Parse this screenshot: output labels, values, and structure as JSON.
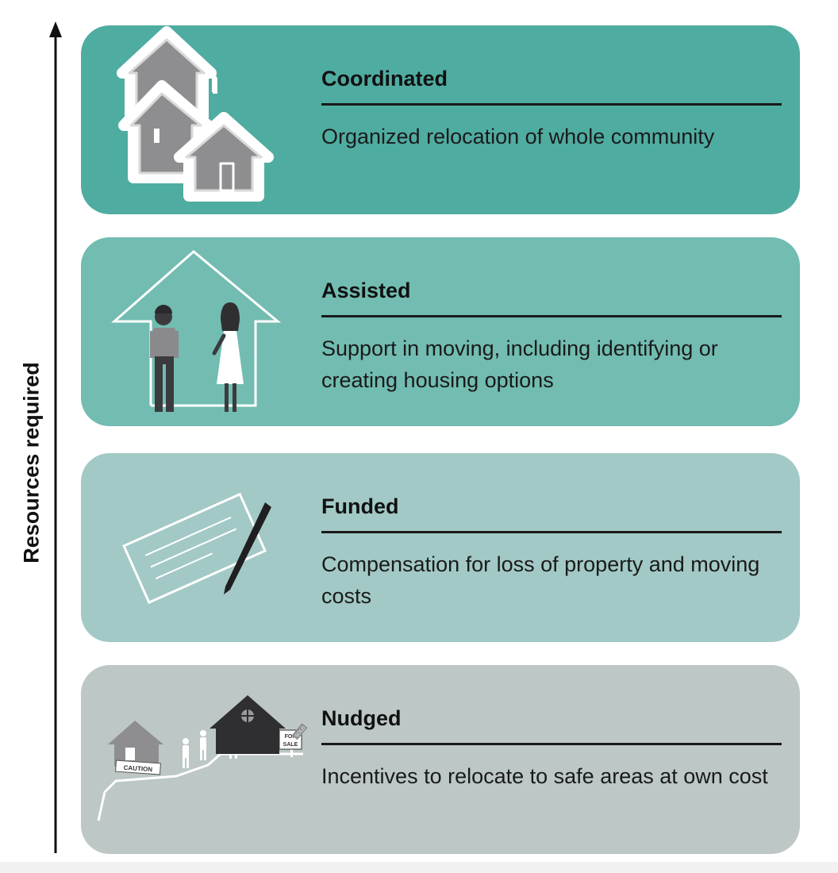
{
  "axis": {
    "label": "Resources required"
  },
  "levels": [
    {
      "title": "Coordinated",
      "description": "Organized relocation of  whole community",
      "icon": "houses-cluster-icon",
      "color": "#4faca1"
    },
    {
      "title": "Assisted",
      "description": "Support in moving, including identifying or creating housing options",
      "icon": "family-in-house-icon",
      "color": "#72bcb1"
    },
    {
      "title": "Funded",
      "description": "Compensation for loss of property and moving costs",
      "icon": "check-and-pen-icon",
      "color": "#a2c9c5"
    },
    {
      "title": "Nudged",
      "description": "Incentives to relocate to safe areas at own cost",
      "icon": "relocation-scene-icon",
      "color": "#bcc7c6",
      "signs": {
        "caution": "CAUTION",
        "for_sale_line1": "FOR",
        "for_sale_line2": "SALE",
        "sold": "SOLD"
      }
    }
  ]
}
